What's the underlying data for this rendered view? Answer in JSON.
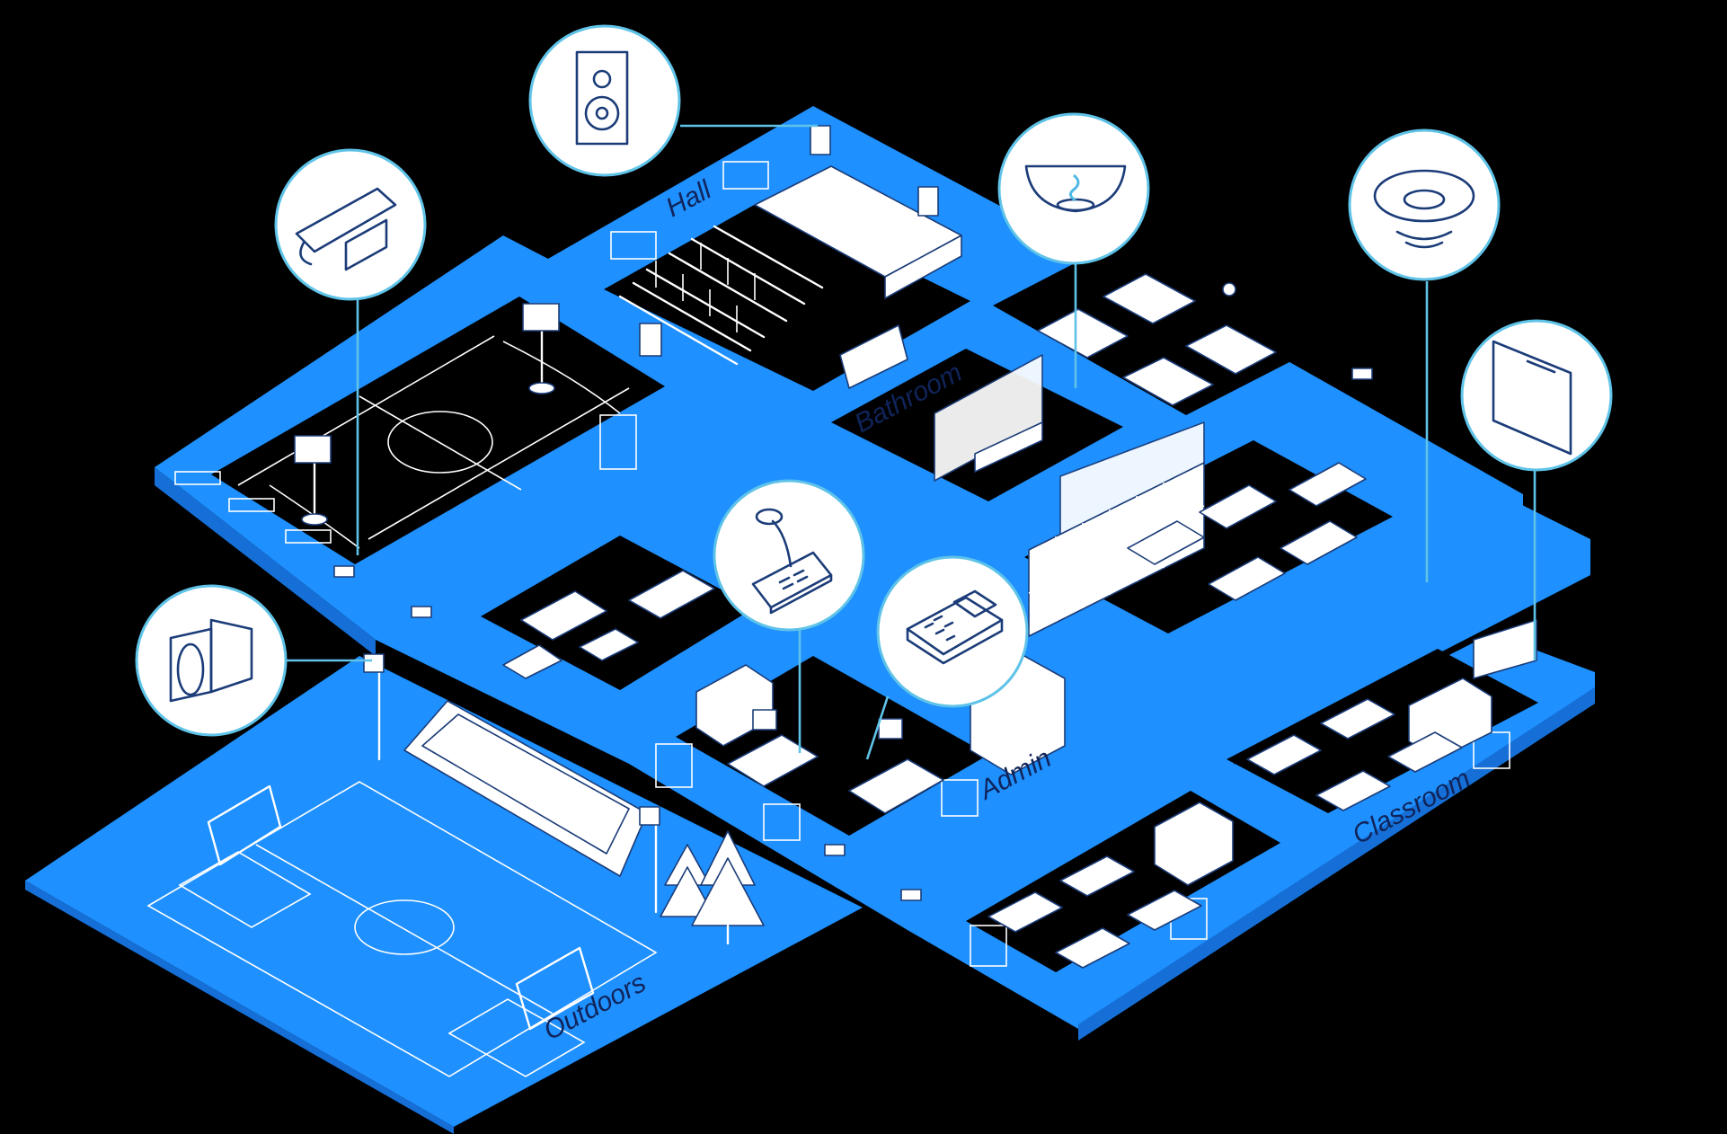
{
  "colors": {
    "background": "#000000",
    "floor": "#1e90ff",
    "floor_edge": "#156fd6",
    "room_dark": "#000000",
    "line": "#ffffff",
    "callout_border": "#5fc3e8",
    "label": "#10245a"
  },
  "rooms": [
    {
      "key": "hall",
      "label": "Hall"
    },
    {
      "key": "bathroom",
      "label": "Bathroom"
    },
    {
      "key": "admin",
      "label": "Admin"
    },
    {
      "key": "classroom",
      "label": "Classroom"
    },
    {
      "key": "outdoors",
      "label": "Outdoors"
    }
  ],
  "callouts": [
    {
      "key": "speaker",
      "icon": "speaker-icon"
    },
    {
      "key": "camera",
      "icon": "security-camera-icon"
    },
    {
      "key": "smoke-detector",
      "icon": "smoke-detector-icon"
    },
    {
      "key": "ceiling-speaker",
      "icon": "ceiling-speaker-icon"
    },
    {
      "key": "display",
      "icon": "display-screen-icon"
    },
    {
      "key": "paging-microphone",
      "icon": "paging-microphone-icon"
    },
    {
      "key": "phone",
      "icon": "desk-phone-icon"
    },
    {
      "key": "horn-speaker",
      "icon": "horn-speaker-icon"
    }
  ]
}
